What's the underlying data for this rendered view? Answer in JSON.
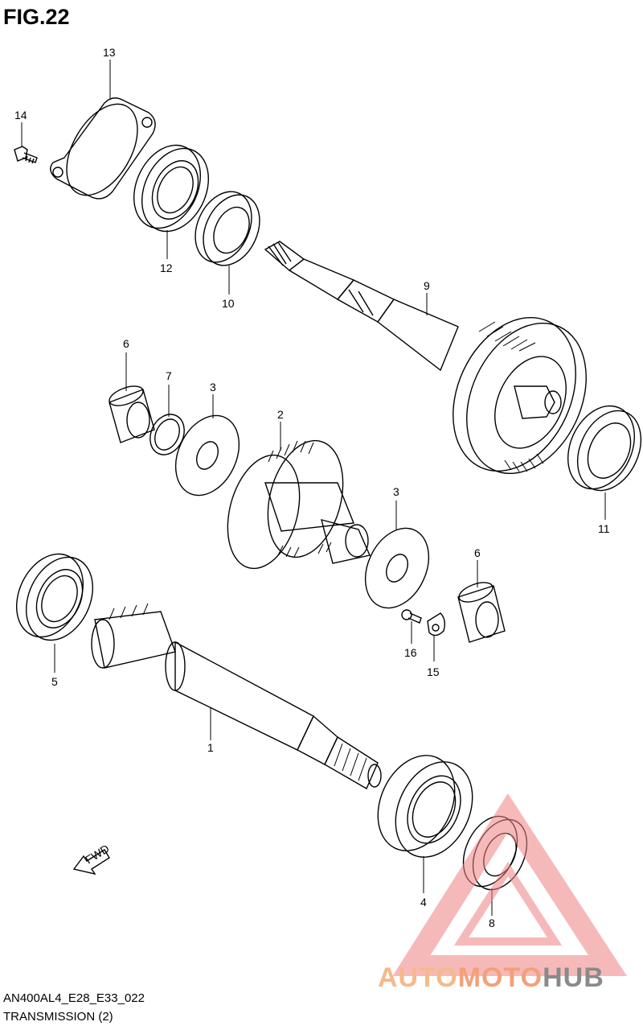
{
  "header": {
    "title": "FIG.22"
  },
  "footer": {
    "code": "AN400AL4_E28_E33_022",
    "subtitle": "TRANSMISSION (2)"
  },
  "callouts": [
    "13",
    "14",
    "12",
    "10",
    "9",
    "6",
    "7",
    "3",
    "2",
    "11",
    "3",
    "6",
    "5",
    "16",
    "15",
    "1",
    "4",
    "8"
  ],
  "fwd_arrow": {
    "label": "FWD"
  },
  "watermark": {
    "part1": "AUTO",
    "part2": "MOTO",
    "part3": "HUB",
    "colors": {
      "auto": "#f5b98a",
      "moto": "#f3a07a",
      "hub": "#8a8a8a",
      "triangle": "#f08080"
    }
  }
}
